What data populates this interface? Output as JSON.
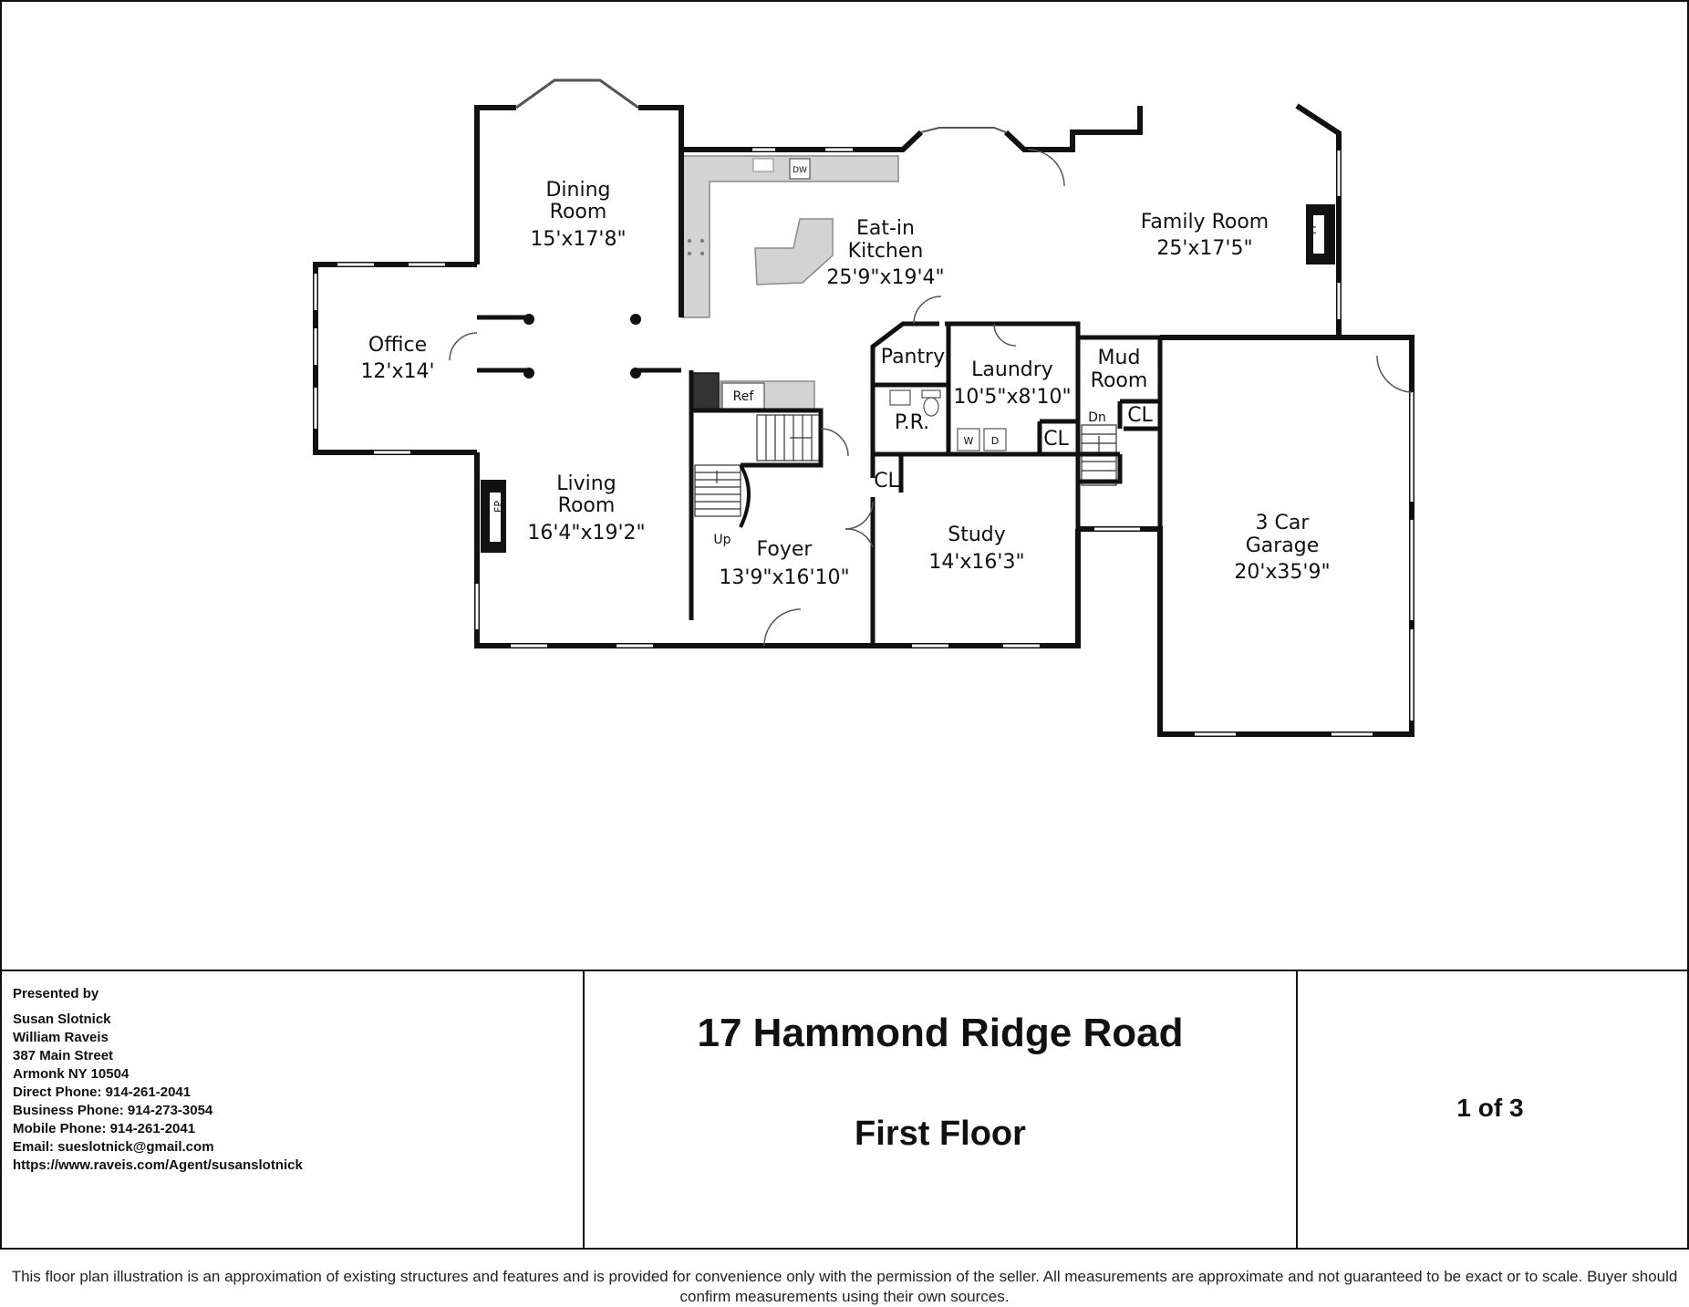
{
  "rooms": {
    "dining": {
      "name_1": "Dining",
      "name_2": "Room",
      "dims": "15'x17'8\""
    },
    "kitchen": {
      "name_1": "Eat-in",
      "name_2": "Kitchen",
      "dims": "25'9\"x19'4\""
    },
    "family": {
      "name": "Family Room",
      "dims": "25'x17'5\""
    },
    "office": {
      "name": "Office",
      "dims": "12'x14'"
    },
    "pantry": {
      "name": "Pantry"
    },
    "laundry": {
      "name": "Laundry",
      "dims": "10'5\"x8'10\""
    },
    "mud": {
      "name_1": "Mud",
      "name_2": "Room"
    },
    "powder": {
      "name": "P.R."
    },
    "living": {
      "name_1": "Living",
      "name_2": "Room",
      "dims": "16'4\"x19'2\""
    },
    "foyer": {
      "name": "Foyer",
      "dims": "13'9\"x16'10\""
    },
    "study": {
      "name": "Study",
      "dims": "14'x16'3\""
    },
    "garage": {
      "name_1": "3 Car",
      "name_2": "Garage",
      "dims": "20'x35'9\""
    }
  },
  "fixtures": {
    "closet": "CL",
    "fireplace": "FP",
    "refrigerator": "Ref",
    "dishwasher": "DW",
    "washer": "W",
    "dryer": "D",
    "stairs_up": "Up",
    "stairs_down": "Dn"
  },
  "agent": {
    "heading": "Presented by",
    "lines": [
      "Susan Slotnick",
      "William Raveis",
      "387 Main Street",
      "Armonk NY 10504",
      "Direct Phone: 914-261-2041",
      "Business Phone: 914-273-3054",
      "Mobile Phone: 914-261-2041",
      "Email: sueslotnick@gmail.com",
      "https://www.raveis.com/Agent/susanslotnick"
    ]
  },
  "title_block": {
    "address": "17 Hammond Ridge Road",
    "floor": "First Floor",
    "page": "1 of 3"
  },
  "disclaimer": "This floor plan illustration is an approximation of existing structures and features and is provided for convenience only with the permission of the seller. All measurements are approximate and not guaranteed to be exact or to scale. Buyer should confirm measurements using their own sources."
}
